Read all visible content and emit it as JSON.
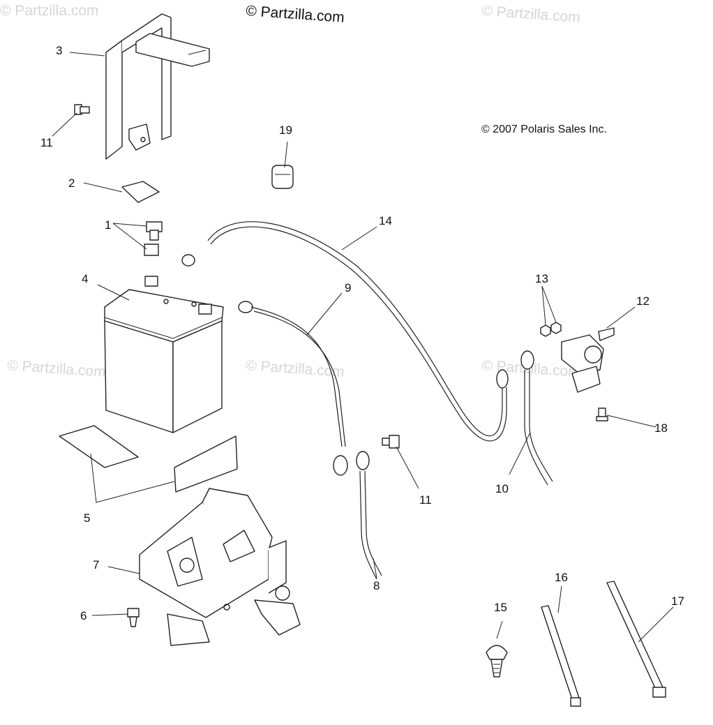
{
  "watermark_top": "© Partzilla.com",
  "watermark": "© Partzilla.com",
  "copyright": "© 2007 Polaris Sales Inc.",
  "callouts": {
    "c1": "1",
    "c2": "2",
    "c3": "3",
    "c4": "4",
    "c5": "5",
    "c6": "6",
    "c7": "7",
    "c8": "8",
    "c9": "9",
    "c10": "10",
    "c11a": "11",
    "c11b": "11",
    "c12": "12",
    "c13": "13",
    "c14": "14",
    "c15": "15",
    "c16": "16",
    "c17": "17",
    "c18": "18",
    "c19": "19"
  }
}
